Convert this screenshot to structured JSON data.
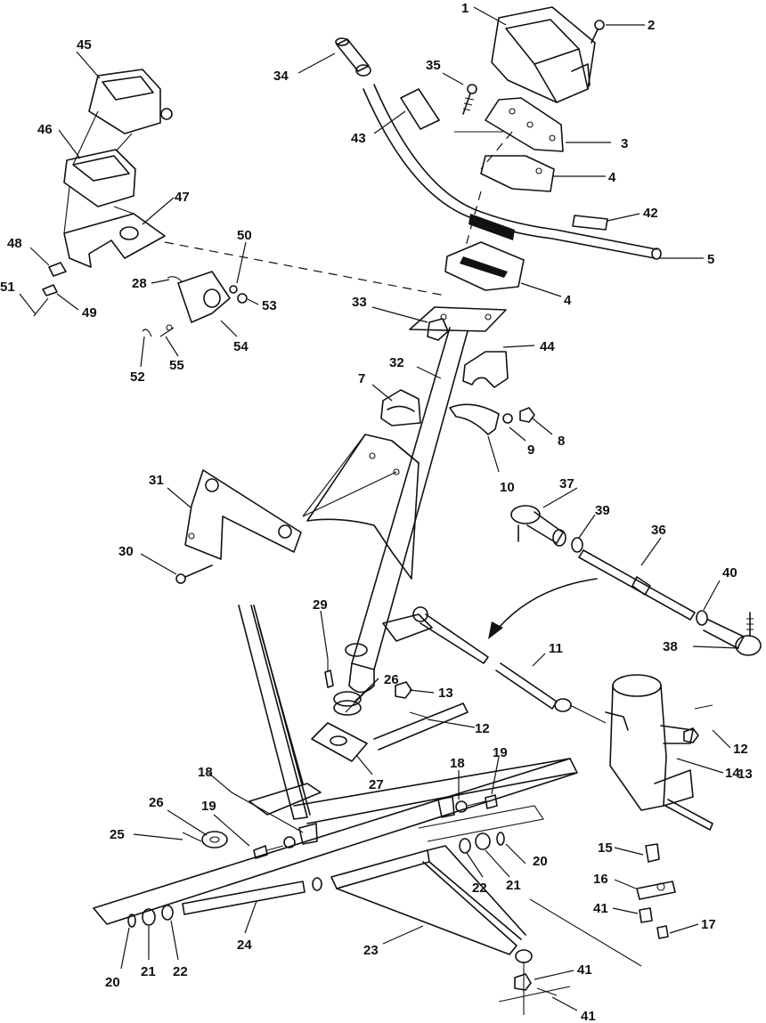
{
  "callouts": {
    "c1": "1",
    "c2": "2",
    "c3": "3",
    "c4a": "4",
    "c4b": "4",
    "c5": "5",
    "c7": "7",
    "c8": "8",
    "c9": "9",
    "c10": "10",
    "c11": "11",
    "c12a": "12",
    "c12b": "12",
    "c13a": "13",
    "c13b": "13",
    "c14": "14",
    "c15": "15",
    "c16": "16",
    "c17": "17",
    "c18a": "18",
    "c18b": "18",
    "c19a": "19",
    "c19b": "19",
    "c20a": "20",
    "c20b": "20",
    "c21a": "21",
    "c21b": "21",
    "c22a": "22",
    "c22b": "22",
    "c23": "23",
    "c24": "24",
    "c25": "25",
    "c26a": "26",
    "c26b": "26",
    "c27": "27",
    "c28": "28",
    "c29": "29",
    "c30": "30",
    "c31": "31",
    "c32": "32",
    "c33": "33",
    "c34": "34",
    "c35": "35",
    "c36": "36",
    "c37": "37",
    "c38": "38",
    "c39": "39",
    "c40": "40",
    "c41a": "41",
    "c41b": "41",
    "c41c": "41",
    "c42": "42",
    "c43": "43",
    "c44": "44",
    "c45": "45",
    "c46": "46",
    "c47": "47",
    "c48": "48",
    "c49": "49",
    "c50": "50",
    "c51": "51",
    "c52": "52",
    "c53": "53",
    "c54": "54",
    "c55": "55"
  }
}
